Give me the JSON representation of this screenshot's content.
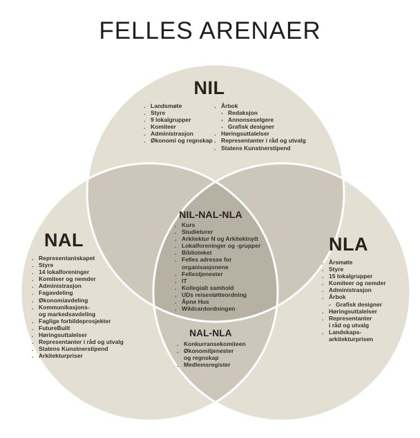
{
  "title": "FELLES ARENAER",
  "colors": {
    "background": "#ffffff",
    "circle": "#e3dfd3",
    "overlap2": "#ccc7ba",
    "overlap3": "#b7b1a4",
    "stroke": "#ffffff",
    "text": "#35312b",
    "heading": "#26221d"
  },
  "diagram": {
    "nil": {
      "label": "NIL",
      "col1": [
        {
          "t": "Landsmøte",
          "k": "b"
        },
        {
          "t": "Styre",
          "k": "b"
        },
        {
          "t": "9 lokalgrupper",
          "k": "b"
        },
        {
          "t": "Komiteer",
          "k": "b"
        },
        {
          "t": "Administrasjon",
          "k": "b"
        },
        {
          "t": "Økonomi og regnskap",
          "k": "b"
        }
      ],
      "col2": [
        {
          "t": "Årbok",
          "k": "b"
        },
        {
          "t": "Redaksjon",
          "k": "s"
        },
        {
          "t": "Annonseselgere",
          "k": "s"
        },
        {
          "t": "Grafisk designer",
          "k": "s"
        },
        {
          "t": "Høringsuttalelser",
          "k": "b"
        },
        {
          "t": "Representanter i råd og utvalg",
          "k": "b"
        },
        {
          "t": "Statens Kunstnerstipend",
          "k": "b"
        }
      ]
    },
    "nal": {
      "label": "NAL",
      "items": [
        {
          "t": "Representantskapet",
          "k": "b"
        },
        {
          "t": "Styre",
          "k": "b"
        },
        {
          "t": "14 lokalforeninger",
          "k": "b"
        },
        {
          "t": "Komiteer og nemder",
          "k": "b"
        },
        {
          "t": "Administrasjon",
          "k": "b"
        },
        {
          "t": "Fagavdeling",
          "k": "b"
        },
        {
          "t": "Økonomiavdeling",
          "k": "b"
        },
        {
          "t": "Kommunikasjons-",
          "k": "b"
        },
        {
          "t": "og markedsavdeling",
          "k": "c"
        },
        {
          "t": "Faglige forbildeprosjekter",
          "k": "b"
        },
        {
          "t": "FutureBuilt",
          "k": "b"
        },
        {
          "t": "Høringsuttalelser",
          "k": "b"
        },
        {
          "t": "Representanter i råd og utvalg",
          "k": "b"
        },
        {
          "t": "Statens Kunstnerstipend",
          "k": "b"
        },
        {
          "t": "Arkitekturpriser",
          "k": "b"
        }
      ]
    },
    "nla": {
      "label": "NLA",
      "items": [
        {
          "t": "Årsmøte",
          "k": "b"
        },
        {
          "t": "Styre",
          "k": "b"
        },
        {
          "t": "15 lokalgrupper",
          "k": "b"
        },
        {
          "t": "Komiteer og nemder",
          "k": "b"
        },
        {
          "t": "Administrasjon",
          "k": "b"
        },
        {
          "t": "Årbok",
          "k": "b"
        },
        {
          "t": "Grafisk designer",
          "k": "s"
        },
        {
          "t": "Høringsuttalelser",
          "k": "b"
        },
        {
          "t": "Representanter",
          "k": "b"
        },
        {
          "t": "i råd og utvalg",
          "k": "c"
        },
        {
          "t": "Landskaps-",
          "k": "b"
        },
        {
          "t": "arkitekturprisen",
          "k": "c"
        }
      ]
    },
    "center": {
      "label": "NIL-NAL-NLA",
      "items": [
        {
          "t": "Kurs",
          "k": "b"
        },
        {
          "t": "Studieturer",
          "k": "b"
        },
        {
          "t": "Arkitektur N og Arkitektnytt",
          "k": "b"
        },
        {
          "t": "Lokalforeninger og -grupper",
          "k": "b"
        },
        {
          "t": "Biblioteket",
          "k": "b"
        },
        {
          "t": "Felles adresse for",
          "k": "b"
        },
        {
          "t": "organisasjonene",
          "k": "c"
        },
        {
          "t": "Fellestjenester",
          "k": "b"
        },
        {
          "t": "IT",
          "k": "b"
        },
        {
          "t": "Kollegialt samhold",
          "k": "b"
        },
        {
          "t": "UDs reisestøtteordning",
          "k": "b"
        },
        {
          "t": "Åpne Hus",
          "k": "b"
        },
        {
          "t": "Wildcardordningen",
          "k": "b"
        }
      ]
    },
    "nal_nla": {
      "label": "NAL-NLA",
      "items": [
        {
          "t": "Konkurransekomiteen",
          "k": "b"
        },
        {
          "t": "Økonomitjenester",
          "k": "b"
        },
        {
          "t": "og regnskap",
          "k": "c"
        },
        {
          "t": "Medlemsregister",
          "k": "b"
        }
      ]
    }
  }
}
